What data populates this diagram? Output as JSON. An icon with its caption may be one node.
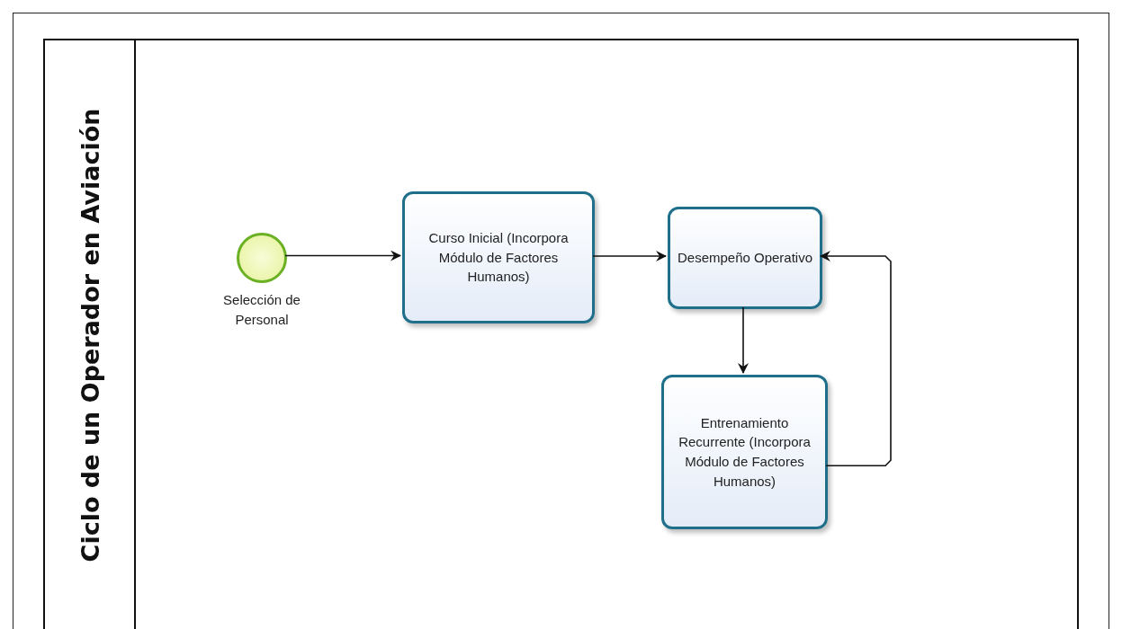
{
  "diagram": {
    "nodes": [
      {
        "text": [
          "Ciclo de un Operador en Aviación"
        ]
      },
      {
        "text": [],
        "shape": "circle",
        "beside": [
          "Selección de Personal"
        ],
        "in": 0
      },
      {
        "text": [
          "Curso Inicial (Incorpora Módulo de Factores Humanos)"
        ],
        "in": 0
      },
      {
        "text": [
          "Desempeño Operativo"
        ],
        "in": 0
      },
      {
        "text": [
          "Entrenamiento Recurrente (Incorpora Módulo de Factores Humanos)"
        ],
        "in": 0
      }
    ],
    "edges": [
      {
        "from": 1,
        "to": 2,
        "arrow": "to"
      },
      {
        "from": 2,
        "to": 3,
        "arrow": "to"
      },
      {
        "from": 3,
        "to": 4,
        "arrow": "to"
      },
      {
        "from": 4,
        "to": 3,
        "arrow": "to"
      }
    ]
  }
}
